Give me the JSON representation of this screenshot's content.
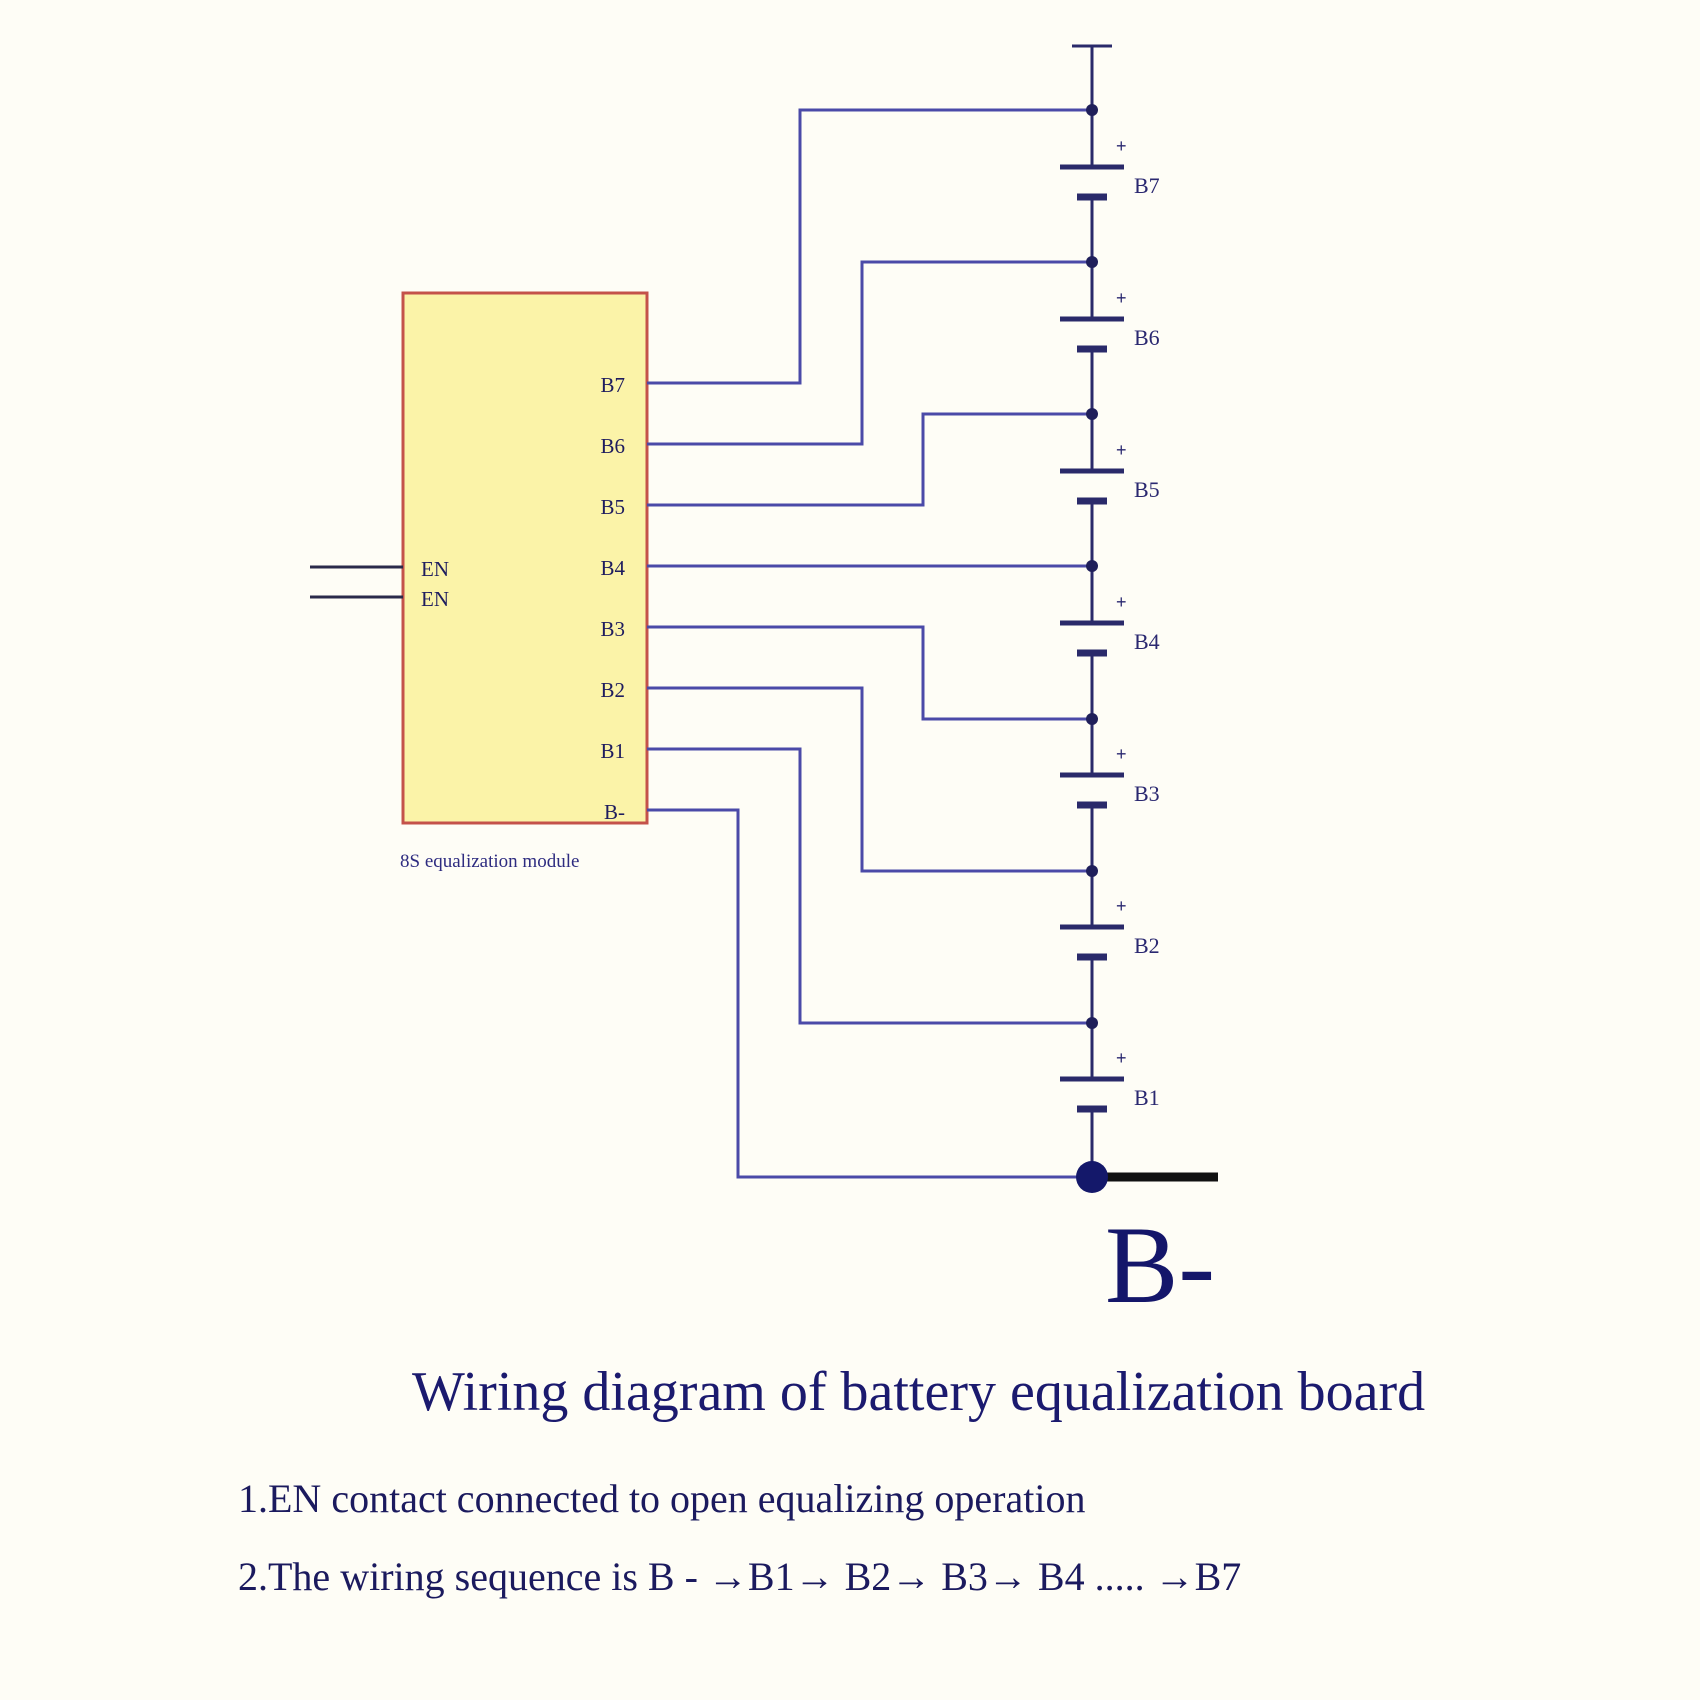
{
  "module": {
    "caption": "8S equalization module",
    "en_labels": [
      "EN",
      "EN"
    ],
    "pins": [
      "B7",
      "B6",
      "B5",
      "B4",
      "B3",
      "B2",
      "B1",
      "B-"
    ]
  },
  "cells": [
    {
      "label": "B7",
      "plus": "+"
    },
    {
      "label": "B6",
      "plus": "+"
    },
    {
      "label": "B5",
      "plus": "+"
    },
    {
      "label": "B4",
      "plus": "+"
    },
    {
      "label": "B3",
      "plus": "+"
    },
    {
      "label": "B2",
      "plus": "+"
    },
    {
      "label": "B1",
      "plus": "+"
    }
  ],
  "terminal_label": "B-",
  "title": "Wiring diagram of battery equalization board",
  "notes": [
    "1.EN contact connected to open equalizing operation",
    "2.The wiring sequence is B - →B1→ B2→ B3→ B4  ..... →B7"
  ],
  "colors": {
    "wire": "#4b4aa8",
    "module_fill": "#fbf3a8",
    "module_border": "#c4524a",
    "bus": "#2a2a6a",
    "text": "#1c1a6a"
  }
}
